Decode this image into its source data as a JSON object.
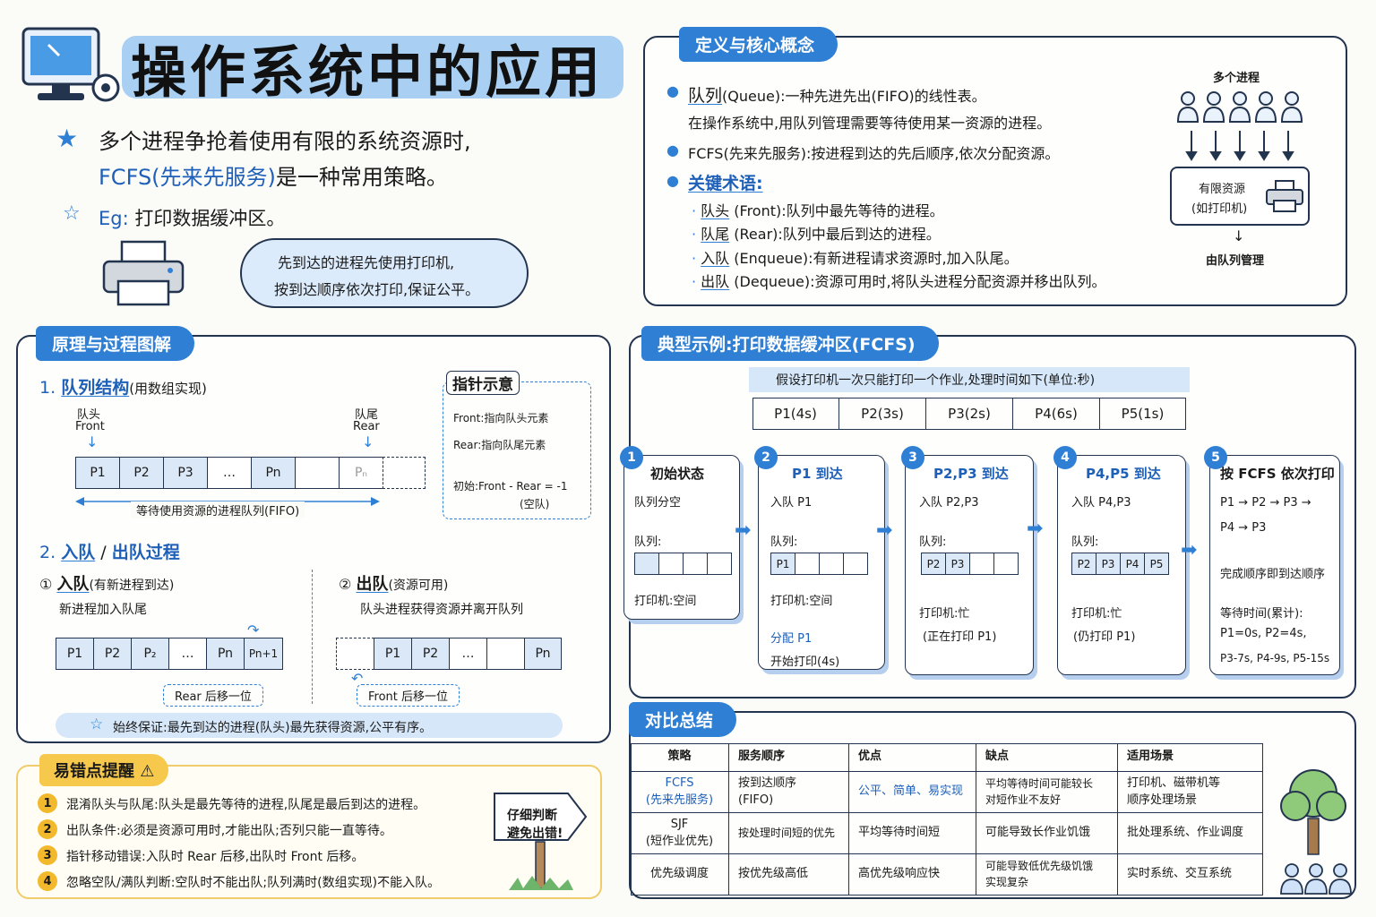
{
  "header": {
    "title": "操作系统中的应用",
    "intro_line1": "多个进程争抢着使用有限的系统资源时,",
    "intro_line2_highlight": "FCFS(先来先服务)",
    "intro_line2_rest": "是一种常用策略。",
    "eg_label": "Eg:",
    "eg_text": "打印数据缓冲区。",
    "bubble_line1": "先到达的进程先使用打印机,",
    "bubble_line2": "按到达顺序依次打印,保证公平。"
  },
  "definition": {
    "title": "定义与核心概念",
    "queue_term": "队列",
    "queue_text": "(Queue):一种先进先出(FIFO)的线性表。",
    "queue_text2": "在操作系统中,用队列管理需要等待使用某一资源的进程。",
    "fcfs_text": "FCFS(先来先服务):按进程到达的先后顺序,依次分配资源。",
    "key_terms_label": "关键术语:",
    "terms": [
      {
        "term": "队头",
        "en": "(Front)",
        "desc": ":队列中最先等待的进程。"
      },
      {
        "term": "队尾",
        "en": "(Rear)",
        "desc": ":队列中最后到达的进程。"
      },
      {
        "term": "入队",
        "en": "(Enqueue)",
        "desc": ":有新进程请求资源时,加入队尾。"
      },
      {
        "term": "出队",
        "en": "(Dequeue)",
        "desc": ":资源可用时,将队头进程分配资源并移出队列。"
      }
    ],
    "diagram_top": "多个进程",
    "diagram_box_line1": "有限资源",
    "diagram_box_line2": "(如打印机)",
    "diagram_bottom": "由队列管理"
  },
  "principle": {
    "title": "原理与过程图解",
    "s1_num": "1.",
    "s1_title": "队列结构",
    "s1_note": "(用数组实现)",
    "front_cn": "队头",
    "front_en": "Front",
    "rear_cn": "队尾",
    "rear_en": "Rear",
    "queue_cells": [
      "P1",
      "P2",
      "P3",
      "…",
      "Pn",
      "",
      "Pₙ",
      ""
    ],
    "queue_caption": "等待使用资源的进程队列(FIFO)",
    "pointer_title": "指针示意",
    "pointer_front": "Front:指向队头元素",
    "pointer_rear": "Rear:指向队尾元素",
    "pointer_init": "初始:Front - Rear = -1",
    "pointer_init2": "(空队)",
    "s2_num": "2.",
    "s2_title_a": "入队",
    "s2_sep": "/",
    "s2_title_b": "出队过程",
    "enq_num": "①",
    "enq_title": "入队",
    "enq_note": "(有新进程到达)",
    "enq_desc": "新进程加入队尾",
    "enq_cells": [
      "P1",
      "P2",
      "P₂",
      "…",
      "Pn",
      "Pn+1"
    ],
    "enq_caption": "Rear 后移一位",
    "deq_num": "②",
    "deq_title": "出队",
    "deq_note": "(资源可用)",
    "deq_desc": "队头进程获得资源并离开队列",
    "deq_cells": [
      "",
      "P1",
      "P2",
      "…",
      "",
      "Pn"
    ],
    "deq_caption": "Front 后移一位",
    "guarantee": "始终保证:最先到达的进程(队头)最先获得资源,公平有序。"
  },
  "mistakes": {
    "title": "易错点提醒",
    "items": [
      "混淆队头与队尾:队头是最先等待的进程,队尾是最后到达的进程。",
      "出队条件:必须是资源可用时,才能出队;否列只能一直等待。",
      "指针移动错误:入队时 Rear 后移,出队时 Front 后移。",
      "忽略空队/满队判断:空队时不能出队;队列满时(数组实现)不能入队。"
    ],
    "sign_line1": "仔细判断",
    "sign_line2": "避免出错!"
  },
  "example": {
    "title": "典型示例:打印数据缓冲区(FCFS)",
    "assumption": "假设打印机一次只能打印一个作业,处理时间如下(单位:秒)",
    "jobs": [
      "P1(4s)",
      "P2(3s)",
      "P3(2s)",
      "P4(6s)",
      "P5(1s)"
    ],
    "steps": [
      {
        "n": "1",
        "title": "初始状态",
        "l1": "队列分空",
        "l2": "队列:",
        "cells": [
          "",
          "",
          "",
          ""
        ],
        "l3": "打印机:空间",
        "l4": "",
        "l5": ""
      },
      {
        "n": "2",
        "title": "P1 到达",
        "l1": "入队 P1",
        "l2": "队列:",
        "cells": [
          "P1",
          "",
          "",
          ""
        ],
        "l3": "打印机:空间",
        "l4": "分配 P1",
        "l5": "开始打印(4s)"
      },
      {
        "n": "3",
        "title": "P2,P3 到达",
        "l1": "入队 P2,P3",
        "l2": "队列:",
        "cells": [
          "P2",
          "P3",
          "",
          ""
        ],
        "l3": "打印机:忙",
        "l4": "(正在打印 P1)",
        "l5": ""
      },
      {
        "n": "4",
        "title": "P4,P5 到达",
        "l1": "入队 P4,P3",
        "l2": "队列:",
        "cells": [
          "P2",
          "P3",
          "P4",
          "P5"
        ],
        "l3": "打印机:忙",
        "l4": "(仍打印 P1)",
        "l5": ""
      },
      {
        "n": "5",
        "title": "按 FCFS 依次打印",
        "l1": "P1 → P2 → P3 →",
        "l2": "P4 → P3",
        "l3": "完成顺序即到达顺序",
        "l4": "等待时间(累计):",
        "l5": "P1=0s, P2=4s,",
        "l6": "P3-7s, P4-9s, P5-15s"
      }
    ]
  },
  "compare": {
    "title": "对比总结",
    "headers": [
      "策略",
      "服务顺序",
      "优点",
      "缺点",
      "适用场景"
    ],
    "rows": [
      [
        "FCFS\n(先来先服务)",
        "按到达顺序\n(FIFO)",
        "公平、简单、易实现",
        "平均等待时间可能较长\n对短作业不友好",
        "打印机、磁带机等\n顺序处理场景"
      ],
      [
        "SJF\n(短作业优先)",
        "按处理时间短的优先",
        "平均等待时间短",
        "可能导致长作业饥饿",
        "批处理系统、作业调度"
      ],
      [
        "优先级调度",
        "按优先级高低",
        "高优先级响应快",
        "可能导致低优先级饥饿\n实现复杂",
        "实时系统、交互系统"
      ]
    ]
  },
  "colors": {
    "accent": "#2f7fd4",
    "ink": "#23344f",
    "cell_fill": "#dbe8f7",
    "warning": "#f3b92c"
  }
}
